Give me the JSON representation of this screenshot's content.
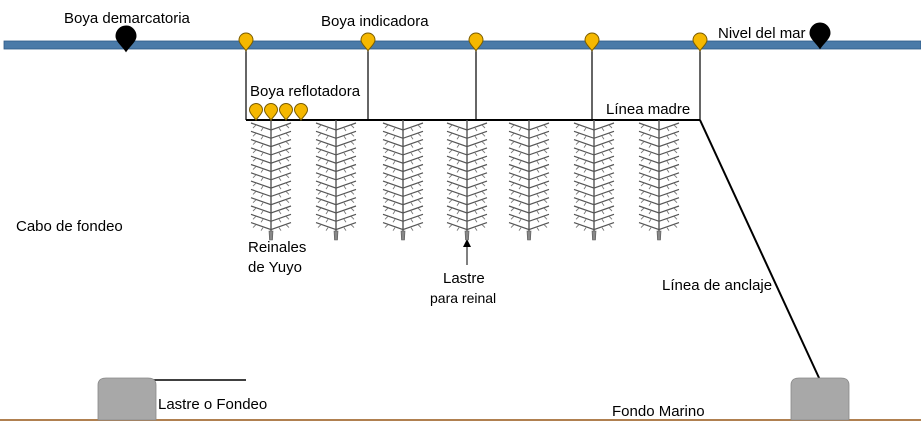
{
  "labels": {
    "boya_demarcatoria": "Boya demarcatoria",
    "boya_indicadora": "Boya indicadora",
    "nivel_del_mar": "Nivel del mar",
    "boya_reflotadora": "Boya reflotadora",
    "linea_madre": "Línea madre",
    "cabo_de_fondeo": "Cabo de fondeo",
    "reinales_line1": "Reinales",
    "reinales_line2": "de Yuyo",
    "lastre_line1": "Lastre",
    "lastre_line2": "para reinal",
    "linea_de_anclaje": "Línea de anclaje",
    "lastre_o_fondeo": "Lastre o Fondeo",
    "fondo_marino": "Fondo Marino"
  },
  "colors": {
    "sea": "#4a7aa8",
    "sea_edge": "#2e5a87",
    "buoy_yellow": "#f5b800",
    "buoy_outline": "#7a5c00",
    "buoy_black": "#000000",
    "seabed": "#b08050",
    "anchor_block": "#a8a8a8",
    "weed": "#555555"
  },
  "counts": {
    "indicator_buoys": 5,
    "refloat_buoys": 4,
    "seaweed_lines": 7
  }
}
